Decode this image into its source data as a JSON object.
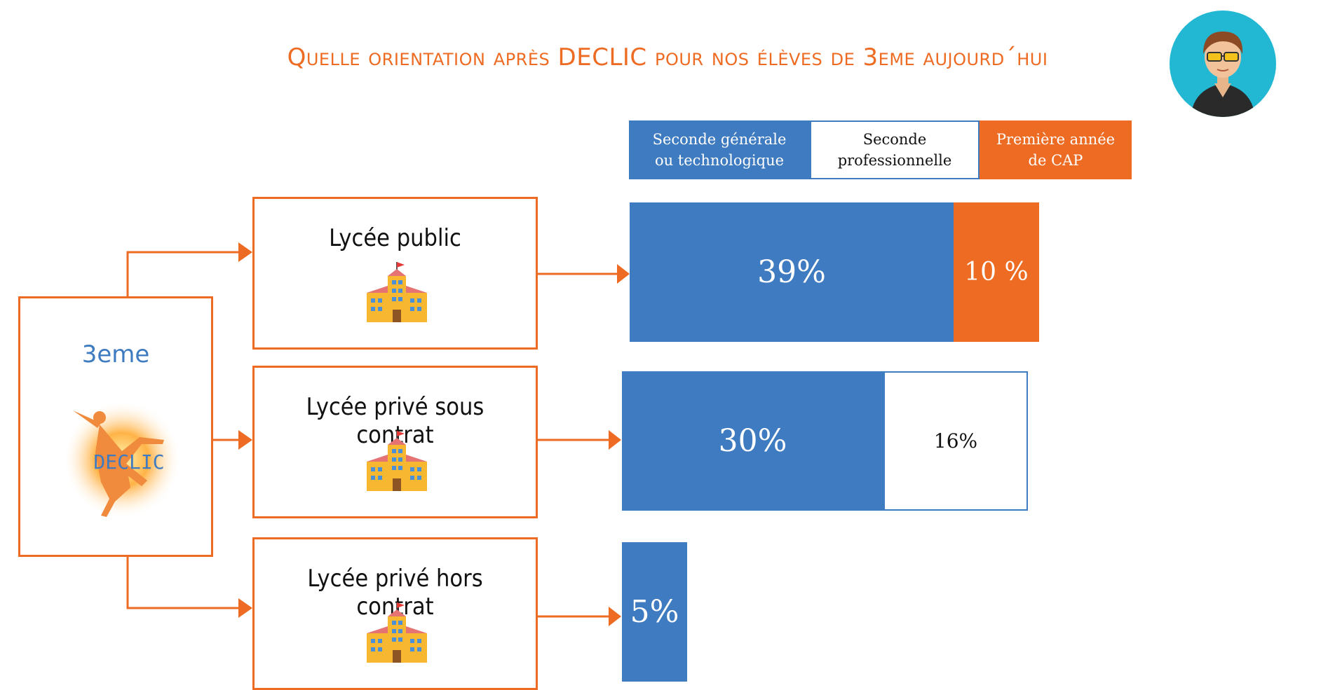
{
  "title": "Quelle orientation après DECLIC pour nos élèves de 3eme aujourd´hui",
  "colors": {
    "accent": "#ED6B22",
    "blue": "#3F7BC0",
    "avatar_bg": "#22B8D4"
  },
  "legend": {
    "generale": "Seconde générale ou technologique",
    "pro": "Seconde professionnelle",
    "cap": "Première année de CAP"
  },
  "source_box": {
    "label": "3eme",
    "logo_text": "DECLIC"
  },
  "lycees": [
    {
      "label": "Lycée public",
      "generale": "39%",
      "pro": "",
      "cap": "10 %"
    },
    {
      "label": "Lycée privé sous contrat",
      "generale": "30%",
      "pro": "16%",
      "cap": ""
    },
    {
      "label": "Lycée privé hors contrat",
      "generale": "5%",
      "pro": "",
      "cap": ""
    }
  ],
  "icons": [
    "school-building-icon",
    "declic-jumping-person-logo",
    "avatar-person-icon",
    "arrow-right-icon"
  ]
}
